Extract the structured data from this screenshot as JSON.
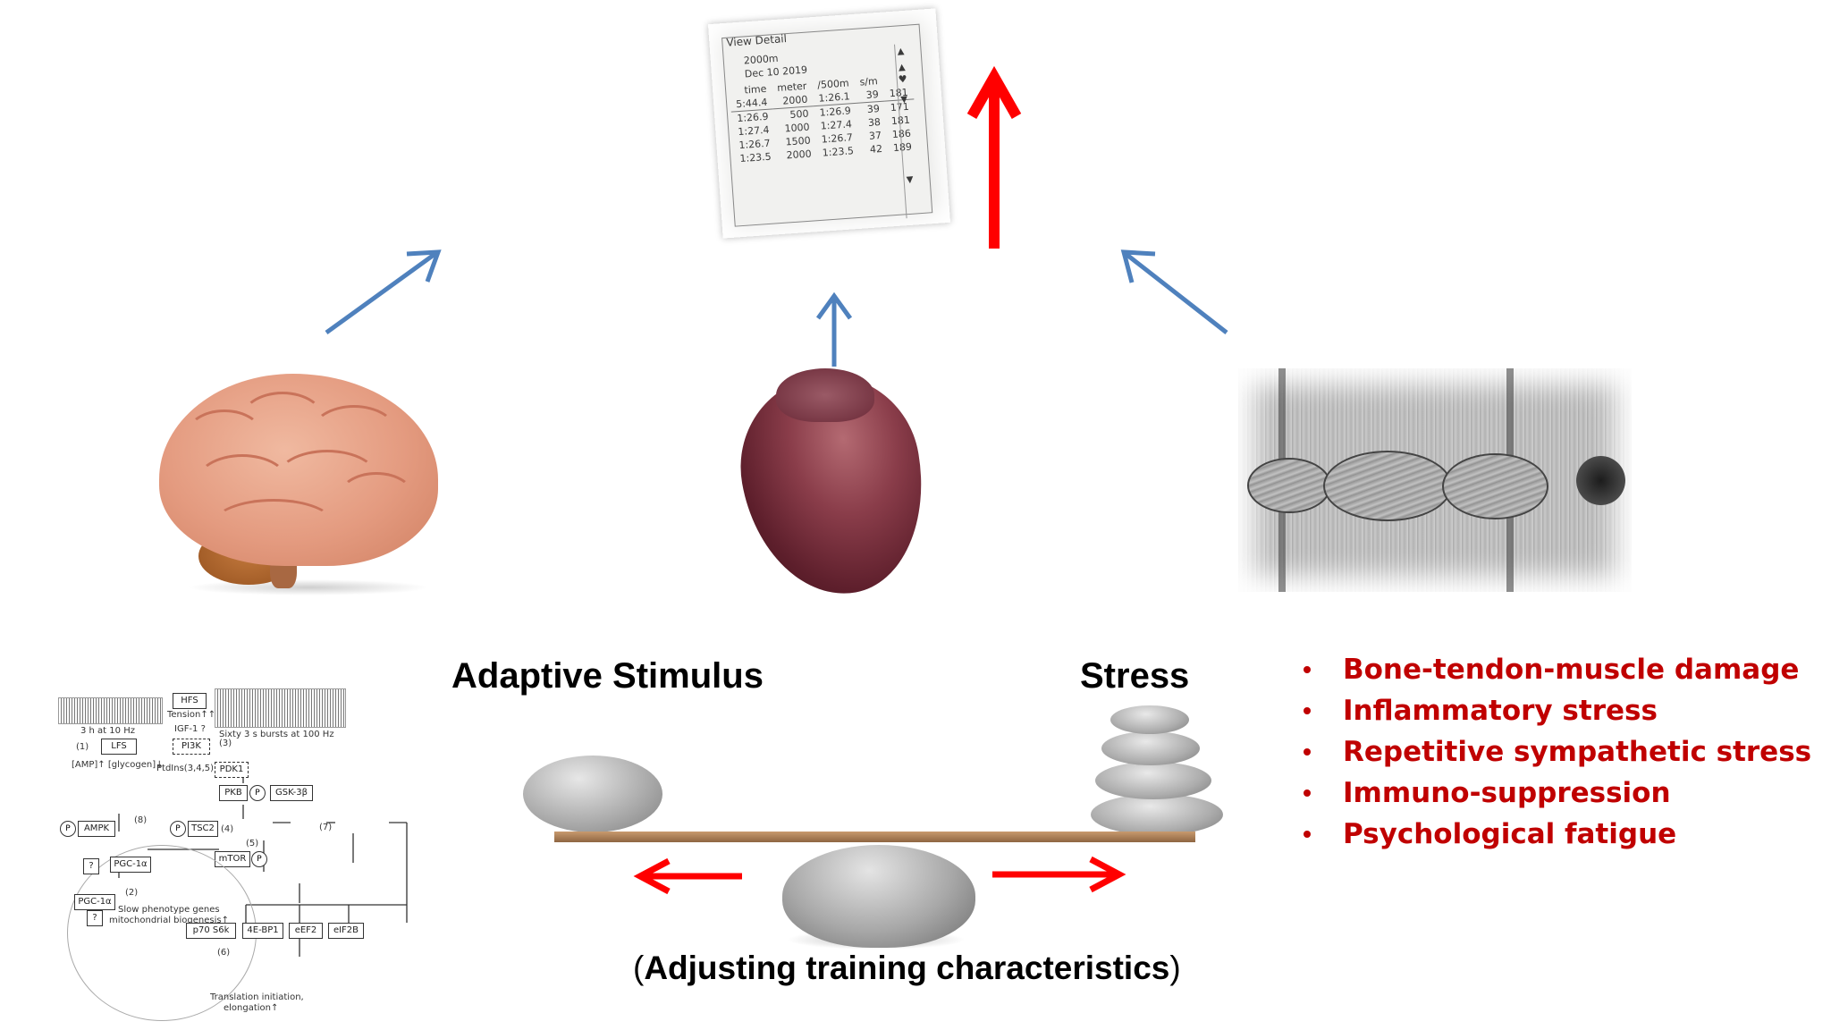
{
  "labels": {
    "adaptive": "Adaptive Stimulus",
    "stress": "Stress",
    "caption_open": "(",
    "caption_text": "Adjusting training characteristics",
    "caption_close": ")"
  },
  "stress_factors": [
    "Bone-tendon-muscle damage",
    "Inflammatory stress",
    "Repetitive sympathetic stress",
    "Immuno-suppression",
    "Psychological fatigue"
  ],
  "monitor": {
    "header": "View Detail",
    "distance": "2000m",
    "date": "Dec  10 2019",
    "columns": [
      "time",
      "meter",
      "/500m",
      "s/m",
      "♥"
    ],
    "rows": [
      [
        "5:44.4",
        "2000",
        "1:26.1",
        "39",
        "181"
      ],
      [
        "1:26.9",
        "500",
        "1:26.9",
        "39",
        "171"
      ],
      [
        "1:27.4",
        "1000",
        "1:27.4",
        "38",
        "181"
      ],
      [
        "1:26.7",
        "1500",
        "1:26.7",
        "37",
        "186"
      ],
      [
        "1:23.5",
        "2000",
        "1:23.5",
        "42",
        "189"
      ]
    ]
  },
  "pathway": {
    "lfs_signal": "3 h at 10 Hz",
    "hfs_signal": "Sixty 3 s bursts at 100 Hz",
    "lfs": "LFS",
    "hfs": "HFS",
    "amp": "[AMP]↑ [glycogen]↓",
    "tension": "Tension↑↑",
    "igf": "IGF-1 ?",
    "pi3k": "PI3K",
    "ptdins": "PtdIns(3,4,5)P",
    "pdk1": "PDK1",
    "pkb": "PKB",
    "gsk": "GSK-3β",
    "ampk": "AMPK",
    "tsc2": "TSC2",
    "mtor": "mTOR",
    "pgc1a": "PGC-1α",
    "q": "?",
    "p": "P",
    "p70": "p70 S6k",
    "eb1": "4E-BP1",
    "eef2": "eEF2",
    "eif2b": "eIF2B",
    "slow": "Slow phenotype genes",
    "mito": "mitochondrial biogenesis↑",
    "transl1": "Translation initiation,",
    "transl2": "elongation↑",
    "n1": "(1)",
    "n2": "(2)",
    "n3": "(3)",
    "n4": "(4)",
    "n5": "(5)",
    "n6": "(6)",
    "n7": "(7)",
    "n8": "(8)"
  },
  "colors": {
    "blue_arrow": "#4f81bd",
    "red_arrow": "#ff0000",
    "stress_text": "#c00000"
  },
  "icons": [
    "brain-image",
    "heart-image",
    "muscle-micrograph-image",
    "rowing-monitor-image",
    "balance-stones-image",
    "signalling-pathway-figure"
  ]
}
